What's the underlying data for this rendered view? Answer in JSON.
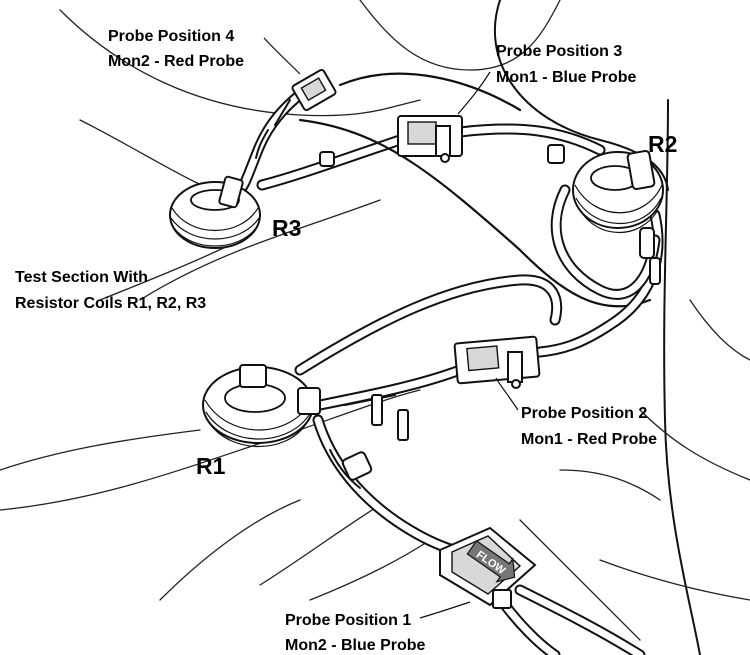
{
  "labels": {
    "probe4": {
      "line1": "Probe Position 4",
      "line2": "Mon2 - Red Probe"
    },
    "probe3": {
      "line1": "Probe Position 3",
      "line2": "Mon1 - Blue Probe"
    },
    "probe2": {
      "line1": "Probe Position 2",
      "line2": "Mon1 - Red Probe"
    },
    "probe1": {
      "line1": "Probe Position 1",
      "line2": "Mon2 - Blue Probe"
    },
    "test_section": {
      "line1": "Test Section With",
      "line2": "Resistor Coils R1, R2, R3"
    }
  },
  "coils": {
    "r1": "R1",
    "r2": "R2",
    "r3": "R3"
  },
  "flow_marker": "FLOW",
  "colors": {
    "ink": "#111111",
    "background": "#ffffff",
    "probe_shade": "#d8d8d8"
  }
}
